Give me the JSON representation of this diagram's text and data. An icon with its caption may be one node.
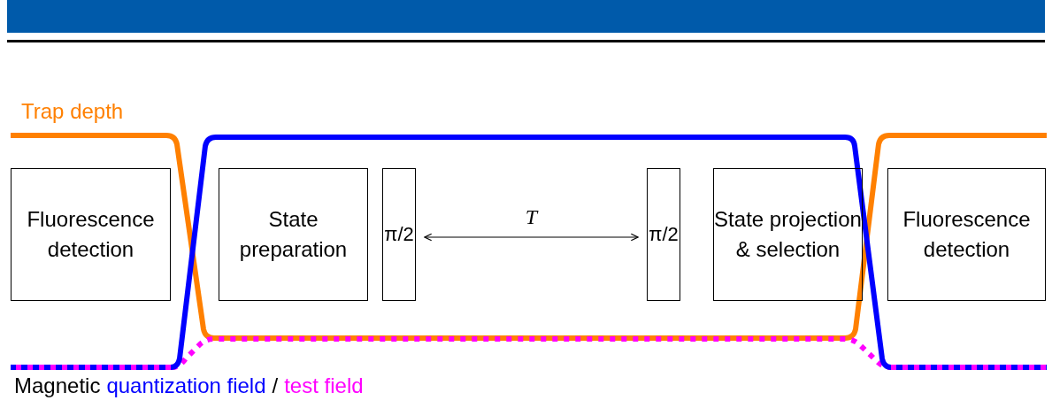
{
  "diagram": {
    "nodes": [
      {
        "text": [
          "Fluorescence detection"
        ]
      },
      {
        "text": [
          "State preparation"
        ]
      },
      {
        "text": [
          "π/2"
        ]
      },
      {
        "text": [
          "π/2"
        ]
      },
      {
        "text": [
          "State projection & selection"
        ]
      },
      {
        "text": [
          "Fluorescence detection"
        ]
      }
    ],
    "edges": [
      {
        "from": 2,
        "to": 3,
        "arrow": "both",
        "label": "T"
      }
    ],
    "labels": [
      "Trap depth",
      "Magnetic",
      "quantization field",
      "/",
      "test field"
    ]
  }
}
